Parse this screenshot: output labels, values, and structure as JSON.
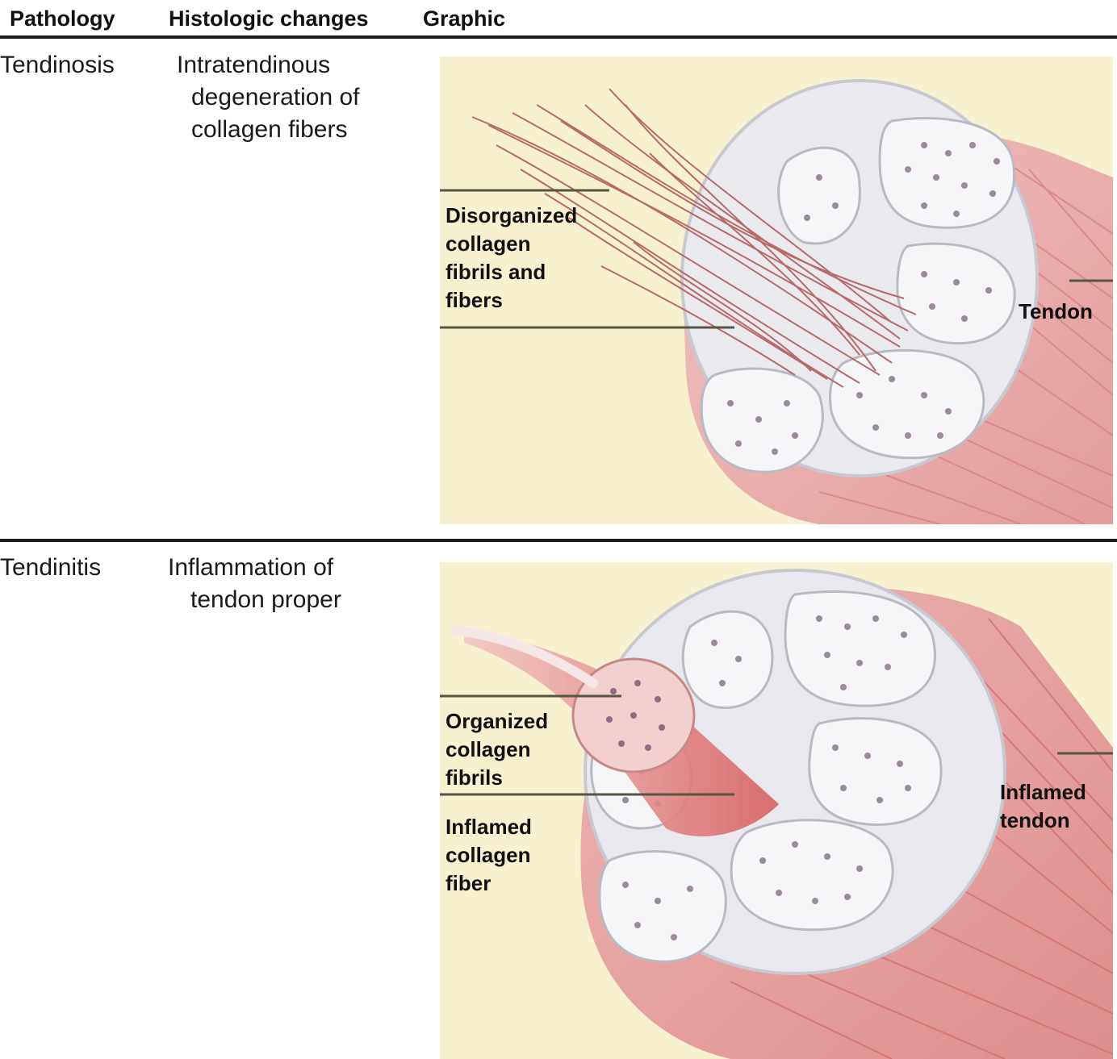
{
  "header": {
    "col1": "Pathology",
    "col2": "Histologic changes",
    "col3": "Graphic"
  },
  "rows": [
    {
      "pathology": "Tendinosis",
      "changes": [
        "Intratendinous",
        "degeneration of",
        "collagen fibers"
      ],
      "labels": {
        "fibrils": [
          "Disorganized",
          "collagen",
          "fibrils and",
          "fibers"
        ],
        "tendon": [
          "Tendon"
        ]
      }
    },
    {
      "pathology": "Tendinitis",
      "changes": [
        "Inflammation of",
        "tendon proper"
      ],
      "labels": {
        "organized": [
          "Organized",
          "collagen",
          "fibrils"
        ],
        "inflamed_fiber": [
          "Inflamed",
          "collagen",
          "fiber"
        ],
        "inflamed_tendon": [
          "Inflamed",
          "tendon"
        ]
      }
    }
  ],
  "colors": {
    "panel_bg": "#f7f1cf",
    "tendon_pink": "#e8a3a3",
    "fascicle_white": "#f4f4f6",
    "leader_line": "#555544"
  }
}
